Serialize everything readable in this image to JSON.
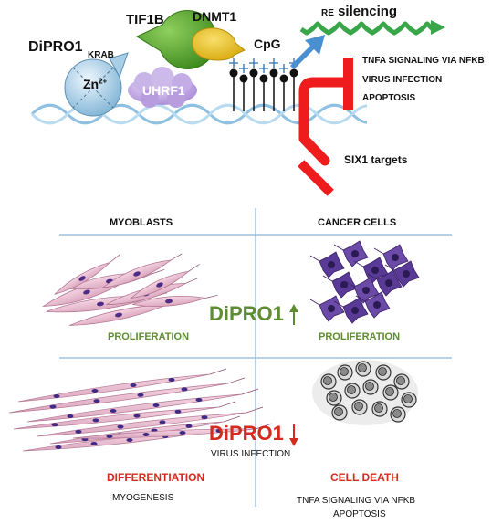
{
  "mechanism": {
    "labels": {
      "dipro1": "DiPRO1",
      "krab": "KRAB",
      "zn_base": "Zn",
      "zn_sup": "2+",
      "tif1b": "TIF1B",
      "uhrf1": "UHRF1",
      "dnmt1": "DNMT1",
      "cpg": "CpG",
      "re_prefix": "RE",
      "re_suffix": " silencing"
    },
    "repressed_pathways": [
      "TNFA SIGNALING VIA NFKB",
      "VIRUS INFECTION",
      "APOPTOSIS"
    ],
    "six1": "SIX1 targets"
  },
  "grid": {
    "col_left": "MYOBLASTS",
    "col_right": "CANCER CELLS",
    "high": {
      "name": "DiPRO1",
      "arrow": "↑",
      "left": "PROLIFERATION",
      "right": "PROLIFERATION"
    },
    "low": {
      "name": "DiPRO1",
      "arrow": "↓",
      "sub": "VIRUS INFECTION",
      "left_title": "DIFFERENTIATION",
      "left_sub": "MYOGENESIS",
      "right_title": "CELL DEATH",
      "right_sub_1": "TNFA SIGNALING VIA NFKB",
      "right_sub_2": "APOPTOSIS"
    }
  },
  "colors": {
    "green": "#5e8c31",
    "red": "#d52b1e",
    "inhibit_red": "#ee1c1c",
    "grid_line": "#8ab4d8",
    "tif1b": "#5aa832",
    "dnmt1": "#ecc21c",
    "uhrf1": "#c7b1e6",
    "zinc": "#a9cfe6",
    "dna": "#9ec9e6"
  }
}
